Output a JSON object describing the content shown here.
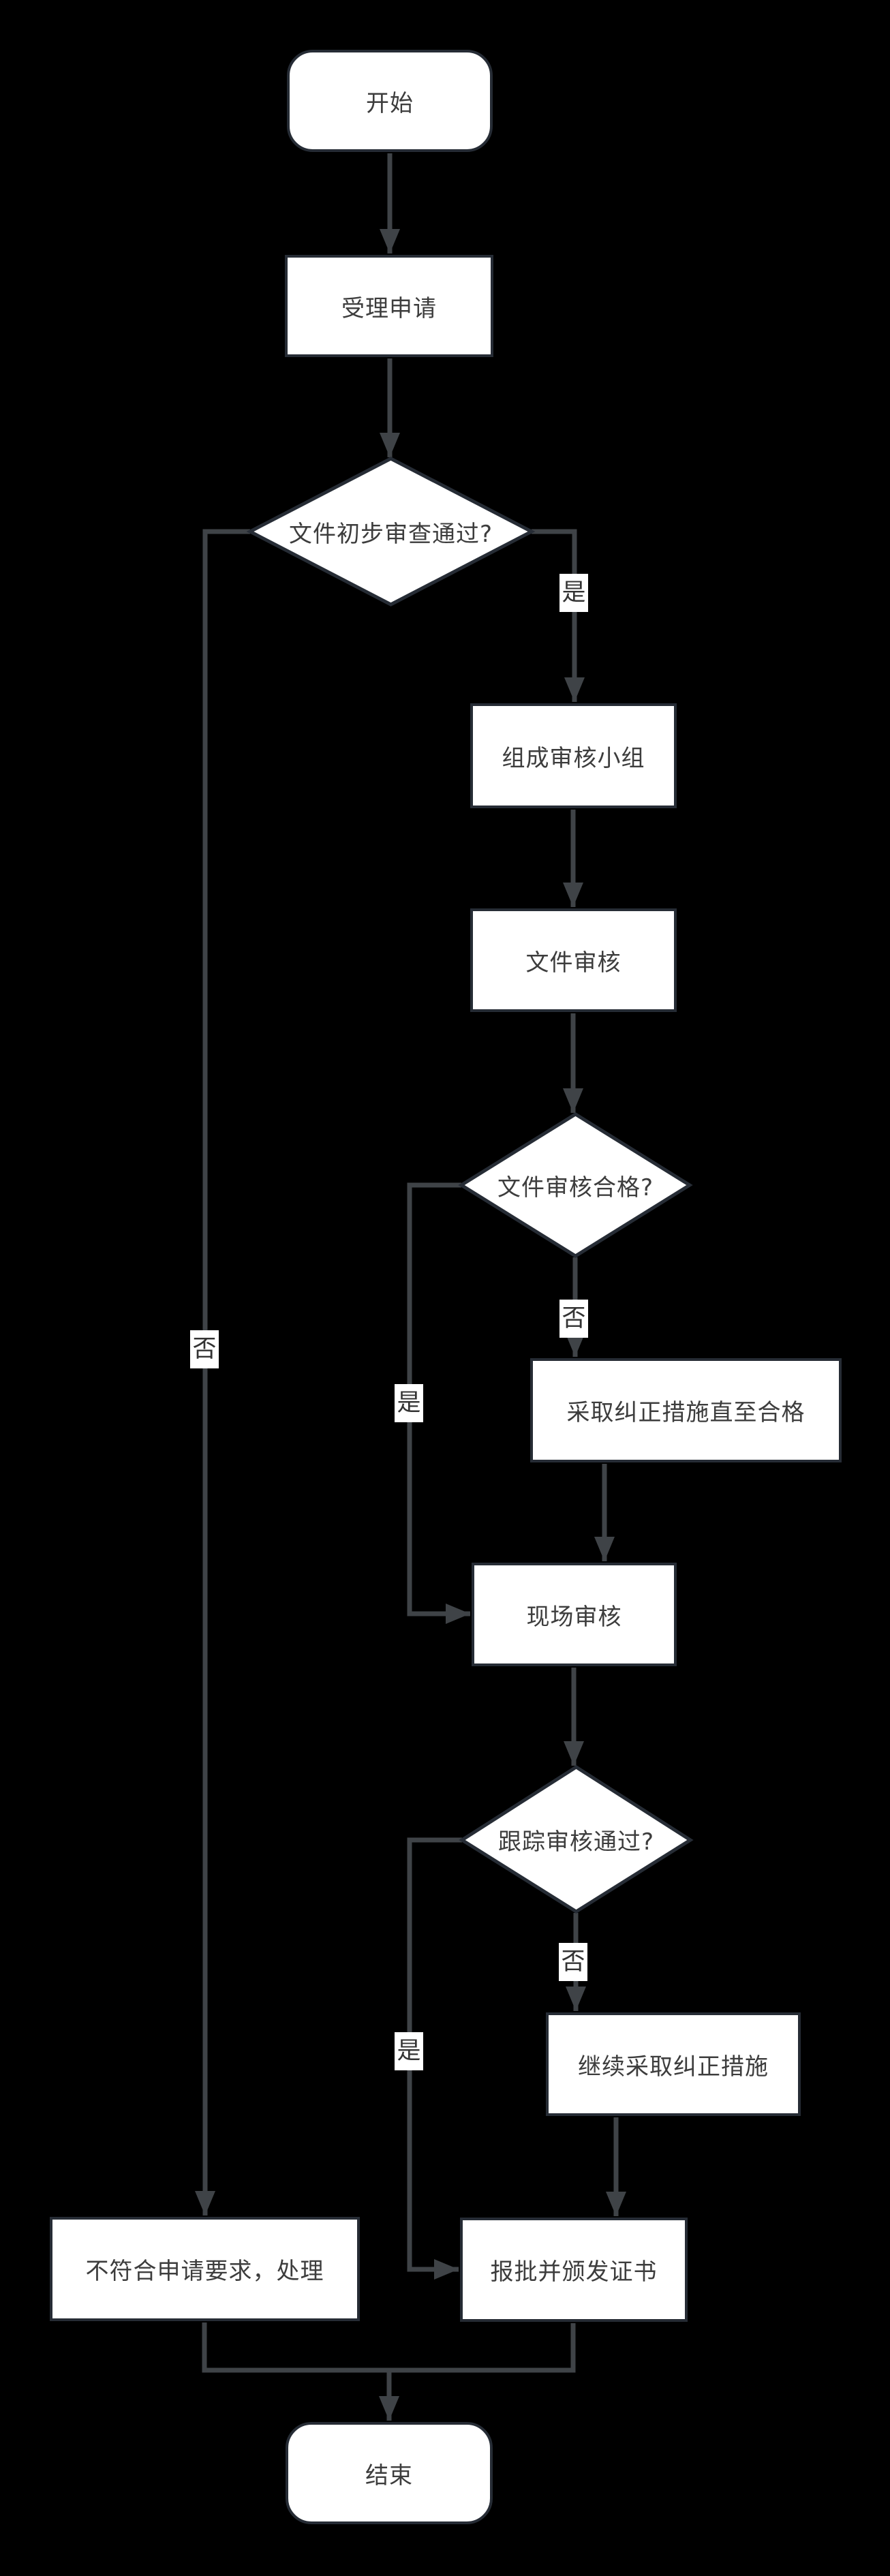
{
  "diagram": {
    "type": "flowchart",
    "colors": {
      "background": "#000000",
      "shape_fill": "#ffffff",
      "shape_border": "#262c35",
      "connector": "#3f4347",
      "text": "#3d3d3d",
      "label_bg": "#ffffff",
      "label_text": "#333333"
    },
    "nodes": [
      {
        "id": "start",
        "type": "terminator",
        "label": "开始"
      },
      {
        "id": "accept",
        "type": "process",
        "label": "受理申请"
      },
      {
        "id": "d1",
        "type": "decision",
        "label": "文件初步审查通过?"
      },
      {
        "id": "team",
        "type": "process",
        "label": "组成审核小组"
      },
      {
        "id": "docreview",
        "type": "process",
        "label": "文件审核"
      },
      {
        "id": "d2",
        "type": "decision",
        "label": "文件审核合格?"
      },
      {
        "id": "corrective",
        "type": "process",
        "label": "采取纠正措施直至合格"
      },
      {
        "id": "onsite",
        "type": "process",
        "label": "现场审核"
      },
      {
        "id": "d3",
        "type": "decision",
        "label": "跟踪审核通过?"
      },
      {
        "id": "continue",
        "type": "process",
        "label": "继续采取纠正措施"
      },
      {
        "id": "reject",
        "type": "process",
        "label": "不符合申请要求，处理"
      },
      {
        "id": "approve",
        "type": "process",
        "label": "报批并颁发证书"
      },
      {
        "id": "end",
        "type": "terminator",
        "label": "结束"
      }
    ],
    "edges": [
      {
        "from": "start",
        "to": "accept"
      },
      {
        "from": "accept",
        "to": "d1"
      },
      {
        "from": "d1",
        "to": "team",
        "label": "是"
      },
      {
        "from": "d1",
        "to": "reject",
        "label": "否"
      },
      {
        "from": "team",
        "to": "docreview"
      },
      {
        "from": "docreview",
        "to": "d2"
      },
      {
        "from": "d2",
        "to": "corrective",
        "label": "否"
      },
      {
        "from": "d2",
        "to": "onsite",
        "label": "是"
      },
      {
        "from": "corrective",
        "to": "onsite"
      },
      {
        "from": "onsite",
        "to": "d3"
      },
      {
        "from": "d3",
        "to": "continue",
        "label": "否"
      },
      {
        "from": "d3",
        "to": "approve",
        "label": "是"
      },
      {
        "from": "continue",
        "to": "approve"
      },
      {
        "from": "reject",
        "to": "end"
      },
      {
        "from": "approve",
        "to": "end"
      }
    ]
  }
}
